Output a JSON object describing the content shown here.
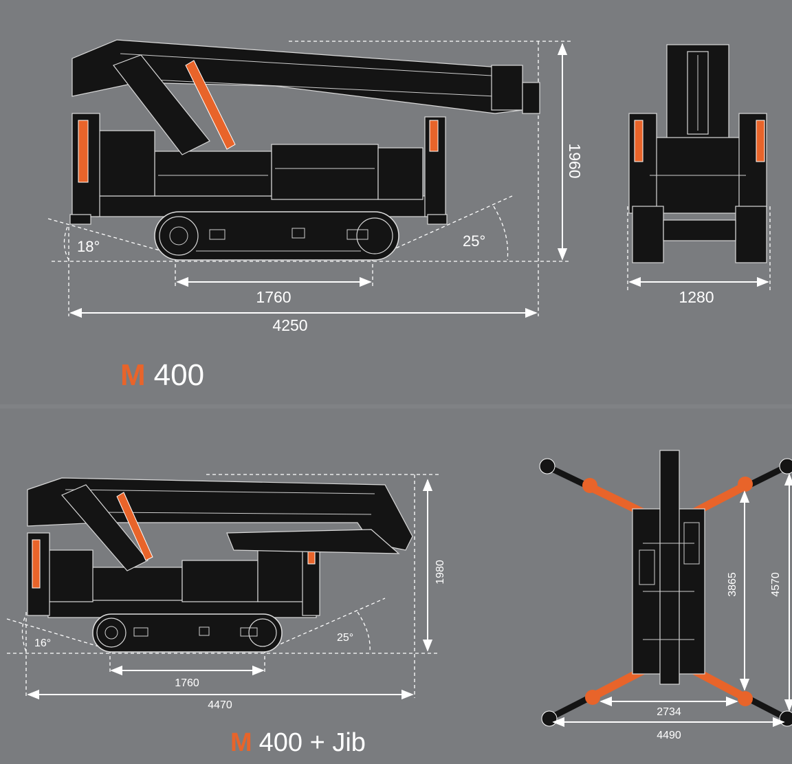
{
  "colors": {
    "background": "#7a7c7f",
    "machine": "#141414",
    "accent": "#e8642a",
    "line": "#ffffff"
  },
  "top_section": {
    "model_prefix": "M",
    "model_suffix": "400",
    "side_view": {
      "height": "1960",
      "track_length": "1760",
      "total_length": "4250",
      "angle_left": "18°",
      "angle_right": "25°"
    },
    "front_view": {
      "width": "1280"
    }
  },
  "bottom_section": {
    "model_prefix": "M",
    "model_suffix": "400 + Jib",
    "side_view": {
      "height": "1980",
      "track_length": "1760",
      "total_length": "4470",
      "angle_left": "16°",
      "angle_right": "25°"
    },
    "top_view": {
      "inner_length": "3865",
      "outer_length": "4570",
      "inner_width": "2734",
      "outer_width": "4490"
    }
  }
}
